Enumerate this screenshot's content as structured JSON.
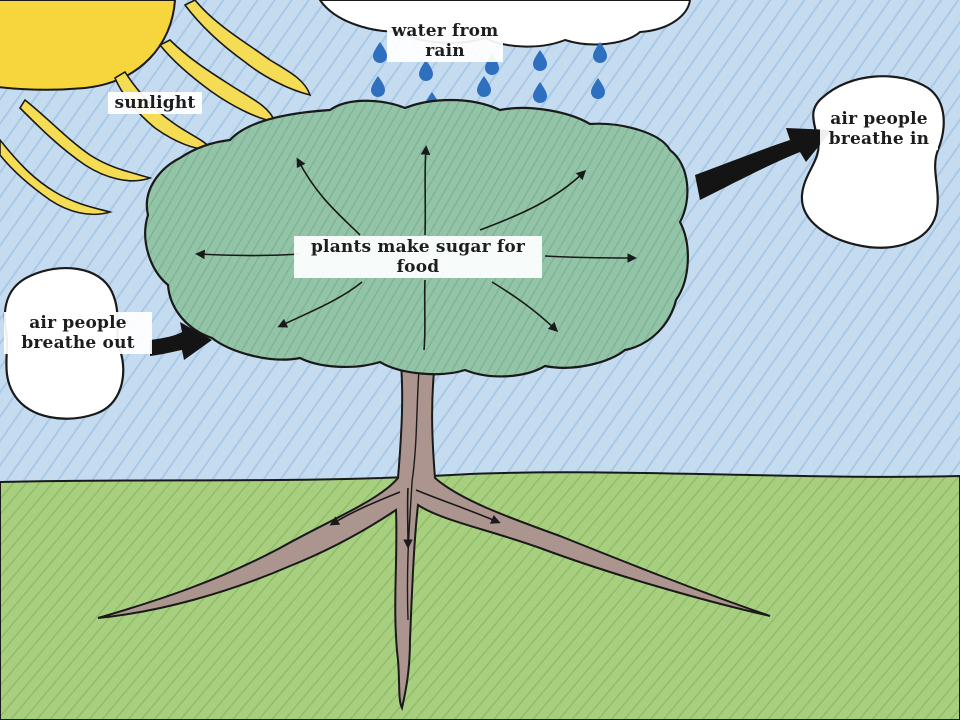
{
  "labels": {
    "sunlight": "sunlight",
    "water": "water from rain",
    "air_in": "air people breathe in",
    "air_out": "air people breathe out",
    "sugar": "plants make sugar for food"
  },
  "colors": {
    "sky": "#c7ddf0",
    "grass": "#a6cf7d",
    "canopy": "#8fc3a6",
    "trunk": "#a9938c",
    "sun": "#f5d84a",
    "raindrop": "#2f6fc0",
    "outline": "#1a1a1a"
  }
}
